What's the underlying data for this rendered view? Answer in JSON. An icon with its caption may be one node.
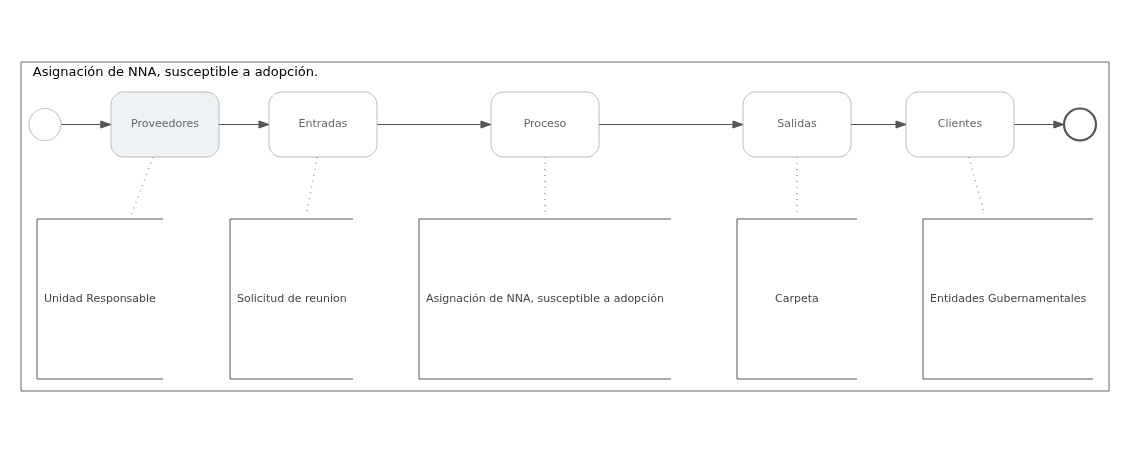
{
  "diagram": {
    "nodes": [
      {
        "text": [
          "Asignación de NNA, susceptible a adopción."
        ]
      },
      {
        "text": [],
        "shape": "circle",
        "in": 0
      },
      {
        "text": [
          "Proveedores"
        ],
        "in": 0
      },
      {
        "text": [
          "Entradas"
        ],
        "in": 0
      },
      {
        "text": [
          "Proceso"
        ],
        "in": 0
      },
      {
        "text": [
          "Salidas"
        ],
        "in": 0
      },
      {
        "text": [
          "Clientes"
        ],
        "in": 0
      },
      {
        "text": [],
        "shape": "circle",
        "in": 0
      },
      {
        "text": [
          "Unidad Responsable"
        ],
        "in": 0
      },
      {
        "text": [
          "Solicitud de reunion"
        ],
        "in": 0
      },
      {
        "text": [
          "Asignación de NNA, susceptible a adopción"
        ],
        "in": 0
      },
      {
        "text": [
          "Carpeta"
        ],
        "in": 0
      },
      {
        "text": [
          "Entidades Gubernamentales"
        ],
        "in": 0
      }
    ],
    "edges": [
      {
        "from": 1,
        "to": 2,
        "arrow": "to"
      },
      {
        "from": 2,
        "to": 3,
        "arrow": "to"
      },
      {
        "from": 3,
        "to": 4,
        "arrow": "to"
      },
      {
        "from": 4,
        "to": 5,
        "arrow": "to"
      },
      {
        "from": 5,
        "to": 6,
        "arrow": "to"
      },
      {
        "from": 6,
        "to": 7,
        "arrow": "to"
      },
      {
        "from": 2,
        "to": 8,
        "arrow": "none",
        "style": "dashed"
      },
      {
        "from": 3,
        "to": 9,
        "arrow": "none",
        "style": "dashed"
      },
      {
        "from": 4,
        "to": 10,
        "arrow": "none",
        "style": "dashed"
      },
      {
        "from": 5,
        "to": 11,
        "arrow": "none",
        "style": "dashed"
      },
      {
        "from": 6,
        "to": 12,
        "arrow": "none",
        "style": "dashed"
      }
    ]
  }
}
